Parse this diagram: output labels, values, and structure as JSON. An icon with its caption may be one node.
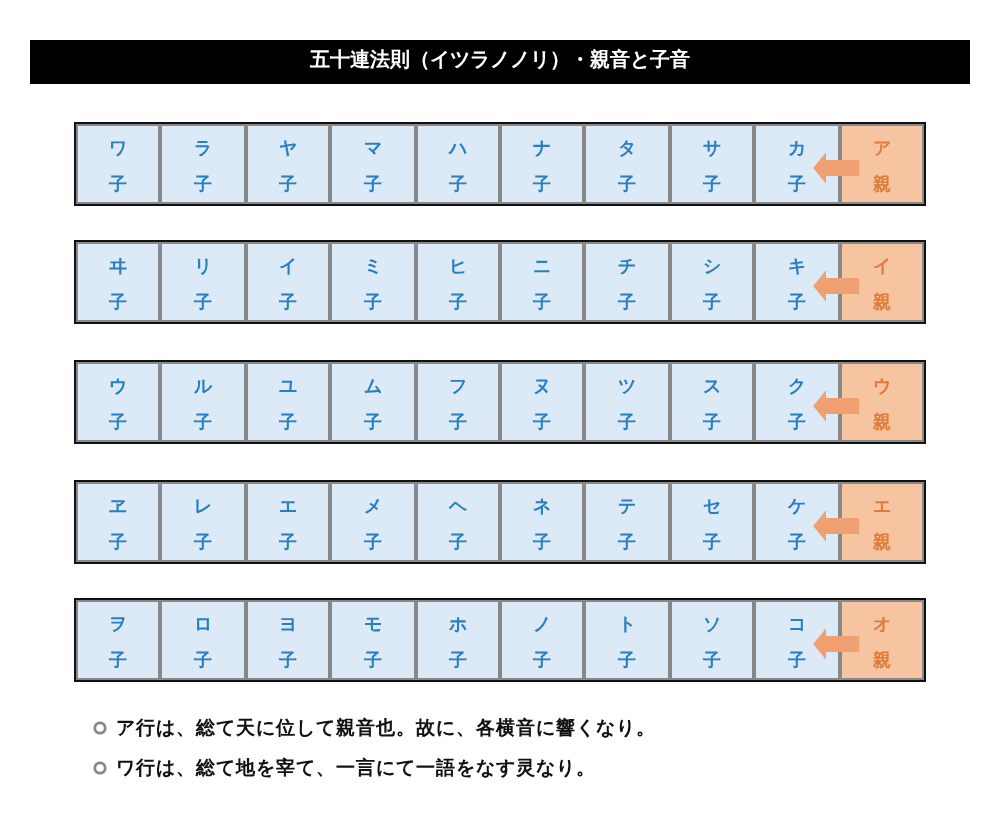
{
  "diagram": {
    "title": "五十連法則（イツラノノリ）・親音と子音",
    "nodes": [
      {
        "text": [
          "ワ",
          "子"
        ]
      },
      {
        "text": [
          "ラ",
          "子"
        ]
      },
      {
        "text": [
          "ヤ",
          "子"
        ]
      },
      {
        "text": [
          "マ",
          "子"
        ]
      },
      {
        "text": [
          "ハ",
          "子"
        ]
      },
      {
        "text": [
          "ナ",
          "子"
        ]
      },
      {
        "text": [
          "タ",
          "子"
        ]
      },
      {
        "text": [
          "サ",
          "子"
        ]
      },
      {
        "text": [
          "カ",
          "子"
        ]
      },
      {
        "text": [
          "ア",
          "親"
        ]
      },
      {
        "text": [
          "ヰ",
          "子"
        ]
      },
      {
        "text": [
          "リ",
          "子"
        ]
      },
      {
        "text": [
          "イ",
          "子"
        ]
      },
      {
        "text": [
          "ミ",
          "子"
        ]
      },
      {
        "text": [
          "ヒ",
          "子"
        ]
      },
      {
        "text": [
          "ニ",
          "子"
        ]
      },
      {
        "text": [
          "チ",
          "子"
        ]
      },
      {
        "text": [
          "シ",
          "子"
        ]
      },
      {
        "text": [
          "キ",
          "子"
        ]
      },
      {
        "text": [
          "イ",
          "親"
        ]
      },
      {
        "text": [
          "ウ",
          "子"
        ]
      },
      {
        "text": [
          "ル",
          "子"
        ]
      },
      {
        "text": [
          "ユ",
          "子"
        ]
      },
      {
        "text": [
          "ム",
          "子"
        ]
      },
      {
        "text": [
          "フ",
          "子"
        ]
      },
      {
        "text": [
          "ヌ",
          "子"
        ]
      },
      {
        "text": [
          "ツ",
          "子"
        ]
      },
      {
        "text": [
          "ス",
          "子"
        ]
      },
      {
        "text": [
          "ク",
          "子"
        ]
      },
      {
        "text": [
          "ウ",
          "親"
        ]
      },
      {
        "text": [
          "ヱ",
          "子"
        ]
      },
      {
        "text": [
          "レ",
          "子"
        ]
      },
      {
        "text": [
          "エ",
          "子"
        ]
      },
      {
        "text": [
          "メ",
          "子"
        ]
      },
      {
        "text": [
          "ヘ",
          "子"
        ]
      },
      {
        "text": [
          "ネ",
          "子"
        ]
      },
      {
        "text": [
          "テ",
          "子"
        ]
      },
      {
        "text": [
          "セ",
          "子"
        ]
      },
      {
        "text": [
          "ケ",
          "子"
        ]
      },
      {
        "text": [
          "エ",
          "親"
        ]
      },
      {
        "text": [
          "ヲ",
          "子"
        ]
      },
      {
        "text": [
          "ロ",
          "子"
        ]
      },
      {
        "text": [
          "ヨ",
          "子"
        ]
      },
      {
        "text": [
          "モ",
          "子"
        ]
      },
      {
        "text": [
          "ホ",
          "子"
        ]
      },
      {
        "text": [
          "ノ",
          "子"
        ]
      },
      {
        "text": [
          "ト",
          "子"
        ]
      },
      {
        "text": [
          "ソ",
          "子"
        ]
      },
      {
        "text": [
          "コ",
          "子"
        ]
      },
      {
        "text": [
          "オ",
          "親"
        ]
      }
    ],
    "edges": [
      {
        "from": 9,
        "to": 8,
        "arrow": "to"
      },
      {
        "from": 19,
        "to": 18,
        "arrow": "to"
      },
      {
        "from": 29,
        "to": 28,
        "arrow": "to"
      },
      {
        "from": 39,
        "to": 38,
        "arrow": "to"
      },
      {
        "from": 49,
        "to": 48,
        "arrow": "to"
      }
    ],
    "labels": [
      "**ア行**は、総て天に位して親音也。故に、各横音に響くなり。",
      "**ワ行**は、総て地を宰て、一言にて一語をなす灵なり。"
    ]
  }
}
